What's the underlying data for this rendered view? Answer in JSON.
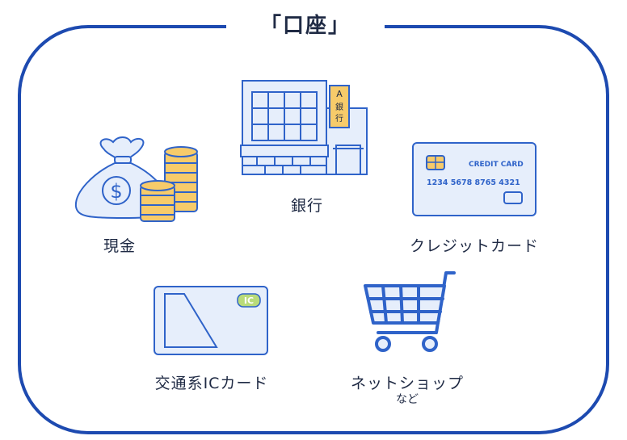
{
  "title": "「口座」",
  "items": {
    "cash": {
      "label": "現金",
      "currency_symbol": "$"
    },
    "bank": {
      "label": "銀行",
      "sign_letter": "A",
      "sign_line1": "銀",
      "sign_line2": "行"
    },
    "credit_card": {
      "label": "クレジットカード",
      "card_title": "CREDIT CARD",
      "card_number": "1234  5678  8765  4321"
    },
    "ic_card": {
      "label": "交通系ICカード",
      "badge": "IC"
    },
    "net_shop": {
      "label": "ネットショップ",
      "sublabel": "など"
    }
  },
  "colors": {
    "frame": "#1d4ab0",
    "outline": "#2f63c9",
    "fill_light": "#e6eefb",
    "gold": "#f7cb6a"
  }
}
